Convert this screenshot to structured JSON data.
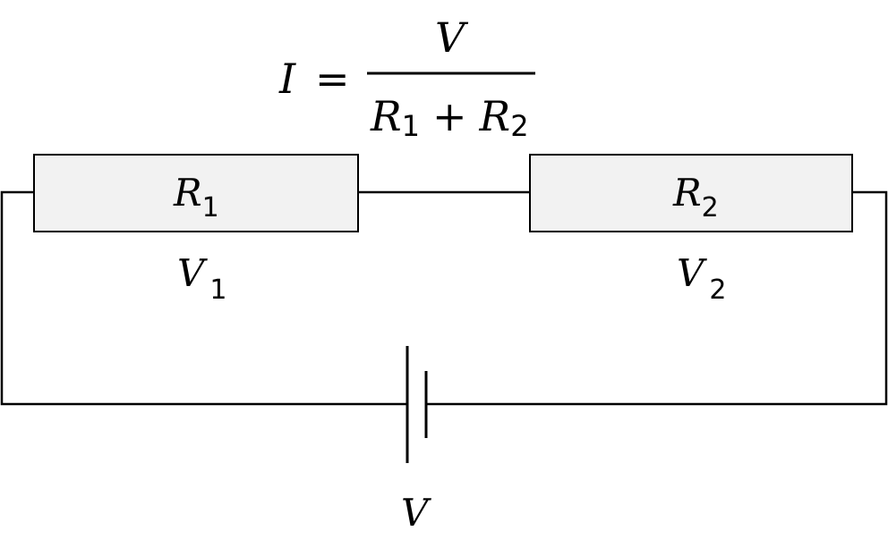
{
  "formula": {
    "lhs": "I",
    "equals": "=",
    "numerator": "V",
    "denominator": {
      "r1": "R",
      "r1_sub": "1",
      "plus": "+",
      "r2": "R",
      "r2_sub": "2"
    }
  },
  "resistors": [
    {
      "label": "R",
      "sub": "1",
      "voltage": "V",
      "voltage_sub": "1"
    },
    {
      "label": "R",
      "sub": "2",
      "voltage": "V",
      "voltage_sub": "2"
    }
  ],
  "battery": {
    "label": "V"
  },
  "colors": {
    "resistor_fill": "#f2f2f2",
    "line": "#000000"
  }
}
